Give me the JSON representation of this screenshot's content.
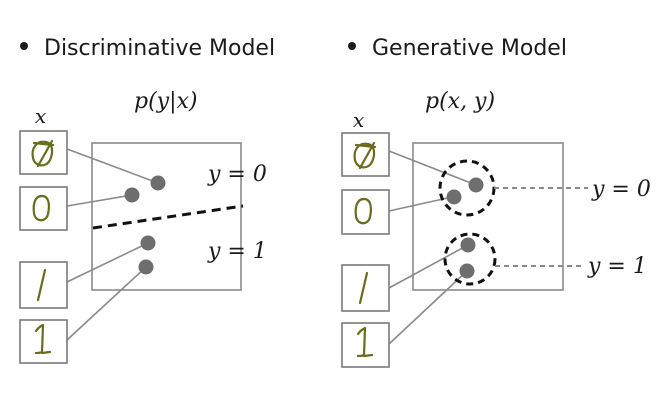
{
  "discriminative": {
    "title": "Discriminative Model",
    "prob_label": "p(y|x)",
    "input_label": "x",
    "class_labels": [
      "y = 0",
      "y = 1"
    ]
  },
  "generative": {
    "title": "Generative Model",
    "prob_label": "p(x, y)",
    "input_label": "x",
    "class_labels": [
      "y = 0",
      "y = 1"
    ]
  },
  "digits": [
    "0",
    "0",
    "1",
    "1"
  ],
  "bullet": "•"
}
